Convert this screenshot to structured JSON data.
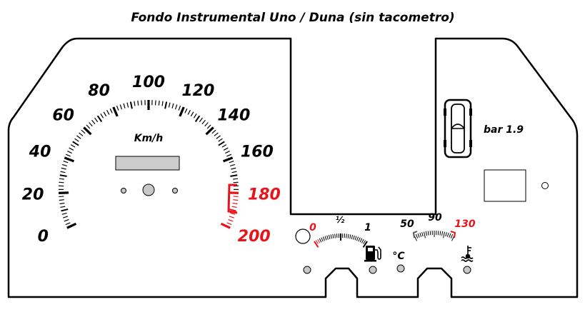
{
  "title": "Fondo Instrumental Uno / Duna (sin tacometro)",
  "speedometer": {
    "unit": "Km/h",
    "labels": [
      "0",
      "20",
      "40",
      "60",
      "80",
      "100",
      "120",
      "140",
      "160",
      "180",
      "200"
    ],
    "red_labels": [
      "180",
      "200"
    ],
    "max": 200
  },
  "fuel_gauge": {
    "labels": [
      "0",
      "½",
      "1"
    ],
    "red_labels": [
      "0"
    ],
    "icon": "fuel-pump-icon"
  },
  "temp_gauge": {
    "labels": [
      "50",
      "90",
      "130"
    ],
    "red_labels": [
      "130"
    ],
    "unit": "°C",
    "icon": "coolant-temperature-icon"
  },
  "indicator": {
    "label": "bar 1.9",
    "icon": "car-top-view-icon"
  },
  "colors": {
    "ink": "#000000",
    "red": "#e8141b",
    "lamp_gray": "#c8c8c8",
    "display_gray": "#cccccc"
  }
}
